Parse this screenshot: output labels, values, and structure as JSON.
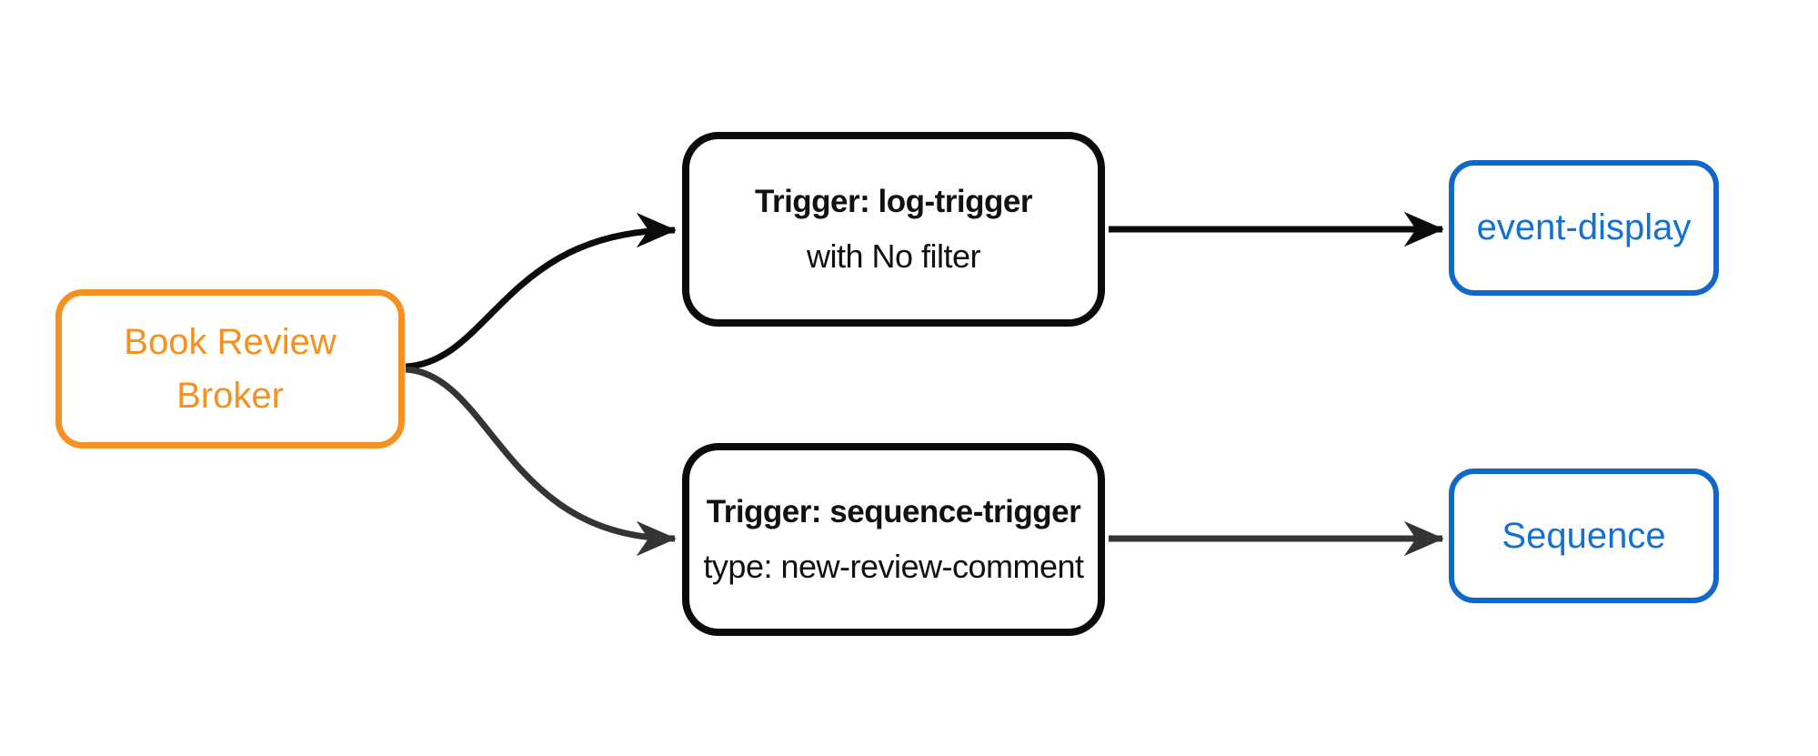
{
  "canvas": {
    "background": "#ffffff"
  },
  "nodes": {
    "broker": {
      "line1": "Book Review",
      "line2": "Broker",
      "color": "#F59120"
    },
    "log_trigger": {
      "title": "Trigger: log-trigger",
      "subtitle": "with No filter",
      "border_color": "#0b0b0b",
      "text_color": "#111111"
    },
    "sequence_trigger": {
      "title": "Trigger: sequence-trigger",
      "subtitle": "type: new-review-comment",
      "border_color": "#0b0b0b",
      "text_color": "#111111"
    },
    "event_display": {
      "label": "event-display",
      "border_color": "#1268C9",
      "text_color": "#1371D3"
    },
    "sequence": {
      "label": "Sequence",
      "border_color": "#1268C9",
      "text_color": "#1371D3"
    }
  },
  "edges": [
    {
      "from": "broker",
      "to": "log_trigger",
      "style": "curved",
      "color": "#0b0b0b"
    },
    {
      "from": "log_trigger",
      "to": "event_display",
      "style": "straight",
      "color": "#0b0b0b"
    },
    {
      "from": "broker",
      "to": "sequence_trigger",
      "style": "curved",
      "color": "#343434"
    },
    {
      "from": "sequence_trigger",
      "to": "sequence",
      "style": "straight",
      "color": "#343434"
    }
  ]
}
